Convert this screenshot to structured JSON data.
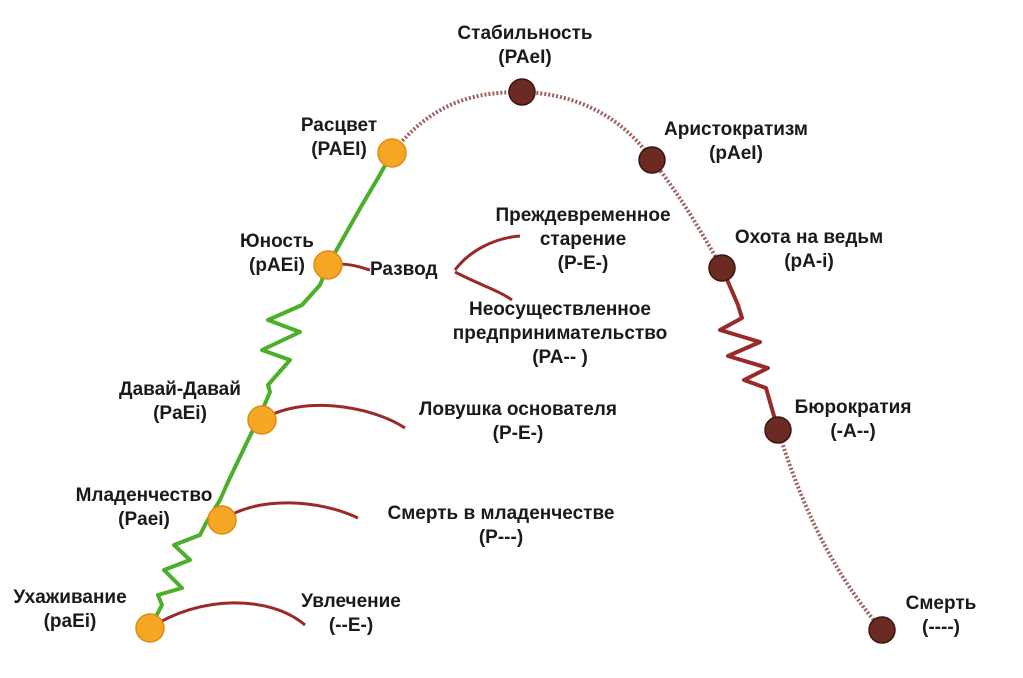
{
  "colors": {
    "growth_curve": "#4caf2a",
    "decline_curve": "#8b3a3a",
    "decline_dotted": "#a06060",
    "trap_line": "#9a2a2a",
    "growth_node": "#f5a623",
    "growth_node_edge": "#e08a10",
    "decline_node": "#6b2a22",
    "decline_node_edge": "#3e130f",
    "text": "#1a1a1a"
  },
  "stages": {
    "courtship": {
      "name": "Ухаживание",
      "code": "(paEi)"
    },
    "infancy": {
      "name": "Младенчество",
      "code": "(Paei)"
    },
    "gogo": {
      "name": "Давай-Давай",
      "code": "(PaEi)"
    },
    "adolescence": {
      "name": "Юность",
      "code": "(pAEi)"
    },
    "prime": {
      "name": "Расцвет",
      "code": "(PAEI)"
    },
    "stability": {
      "name": "Стабильность",
      "code": "(PAeI)"
    },
    "aristocracy": {
      "name": "Аристократизм",
      "code": "(pAeI)"
    },
    "witch_hunt": {
      "name": "Охота на ведьм",
      "code": "(pA-i)"
    },
    "bureaucracy": {
      "name": "Бюрократия",
      "code": "(-A--)"
    },
    "death": {
      "name": "Смерть",
      "code": "(----)"
    }
  },
  "traps": {
    "affair": {
      "name": "Увлечение",
      "code": "(--E-)"
    },
    "infant_mortality": {
      "name": "Смерть в младенчестве",
      "code": "(P---)"
    },
    "founder_trap": {
      "name": "Ловушка основателя",
      "code": "(P-E-)"
    },
    "divorce": {
      "name": "Развод"
    },
    "premature_aging": {
      "line1": "Преждевременное",
      "line2": "старение",
      "code": "(P-E-)"
    },
    "unfulfilled": {
      "line1": "Неосуществленное",
      "line2": "предпринимательство",
      "code": "(PA-- )"
    }
  }
}
